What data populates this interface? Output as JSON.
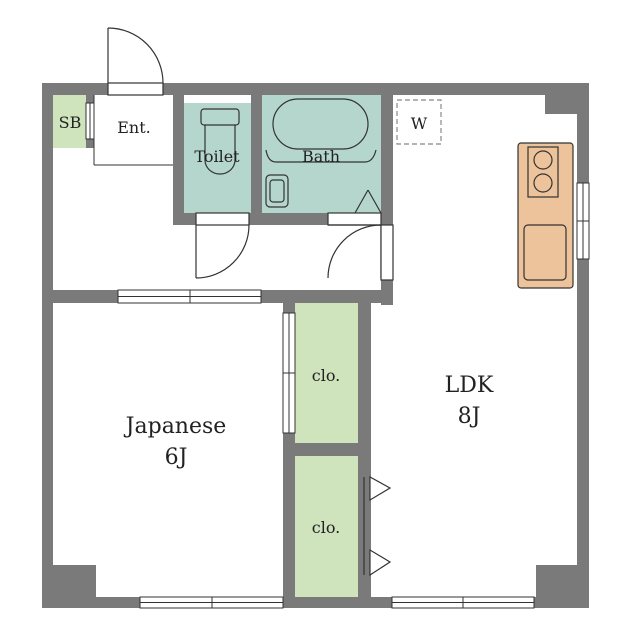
{
  "rooms": {
    "sb": "SB",
    "entrance": "Ent.",
    "toilet": "Toilet",
    "bath": "Bath",
    "washer": "W",
    "closet_upper": "clo.",
    "closet_lower": "clo.",
    "japanese_name": "Japanese",
    "japanese_size": "6J",
    "ldk_name": "LDK",
    "ldk_size": "8J"
  },
  "colors": {
    "wall": "#7a7a7a",
    "closet_fill": "#cfe3bd",
    "wet_fill": "#b5d6cc",
    "kitchen_fill": "#ecc39a",
    "line": "#333333"
  }
}
